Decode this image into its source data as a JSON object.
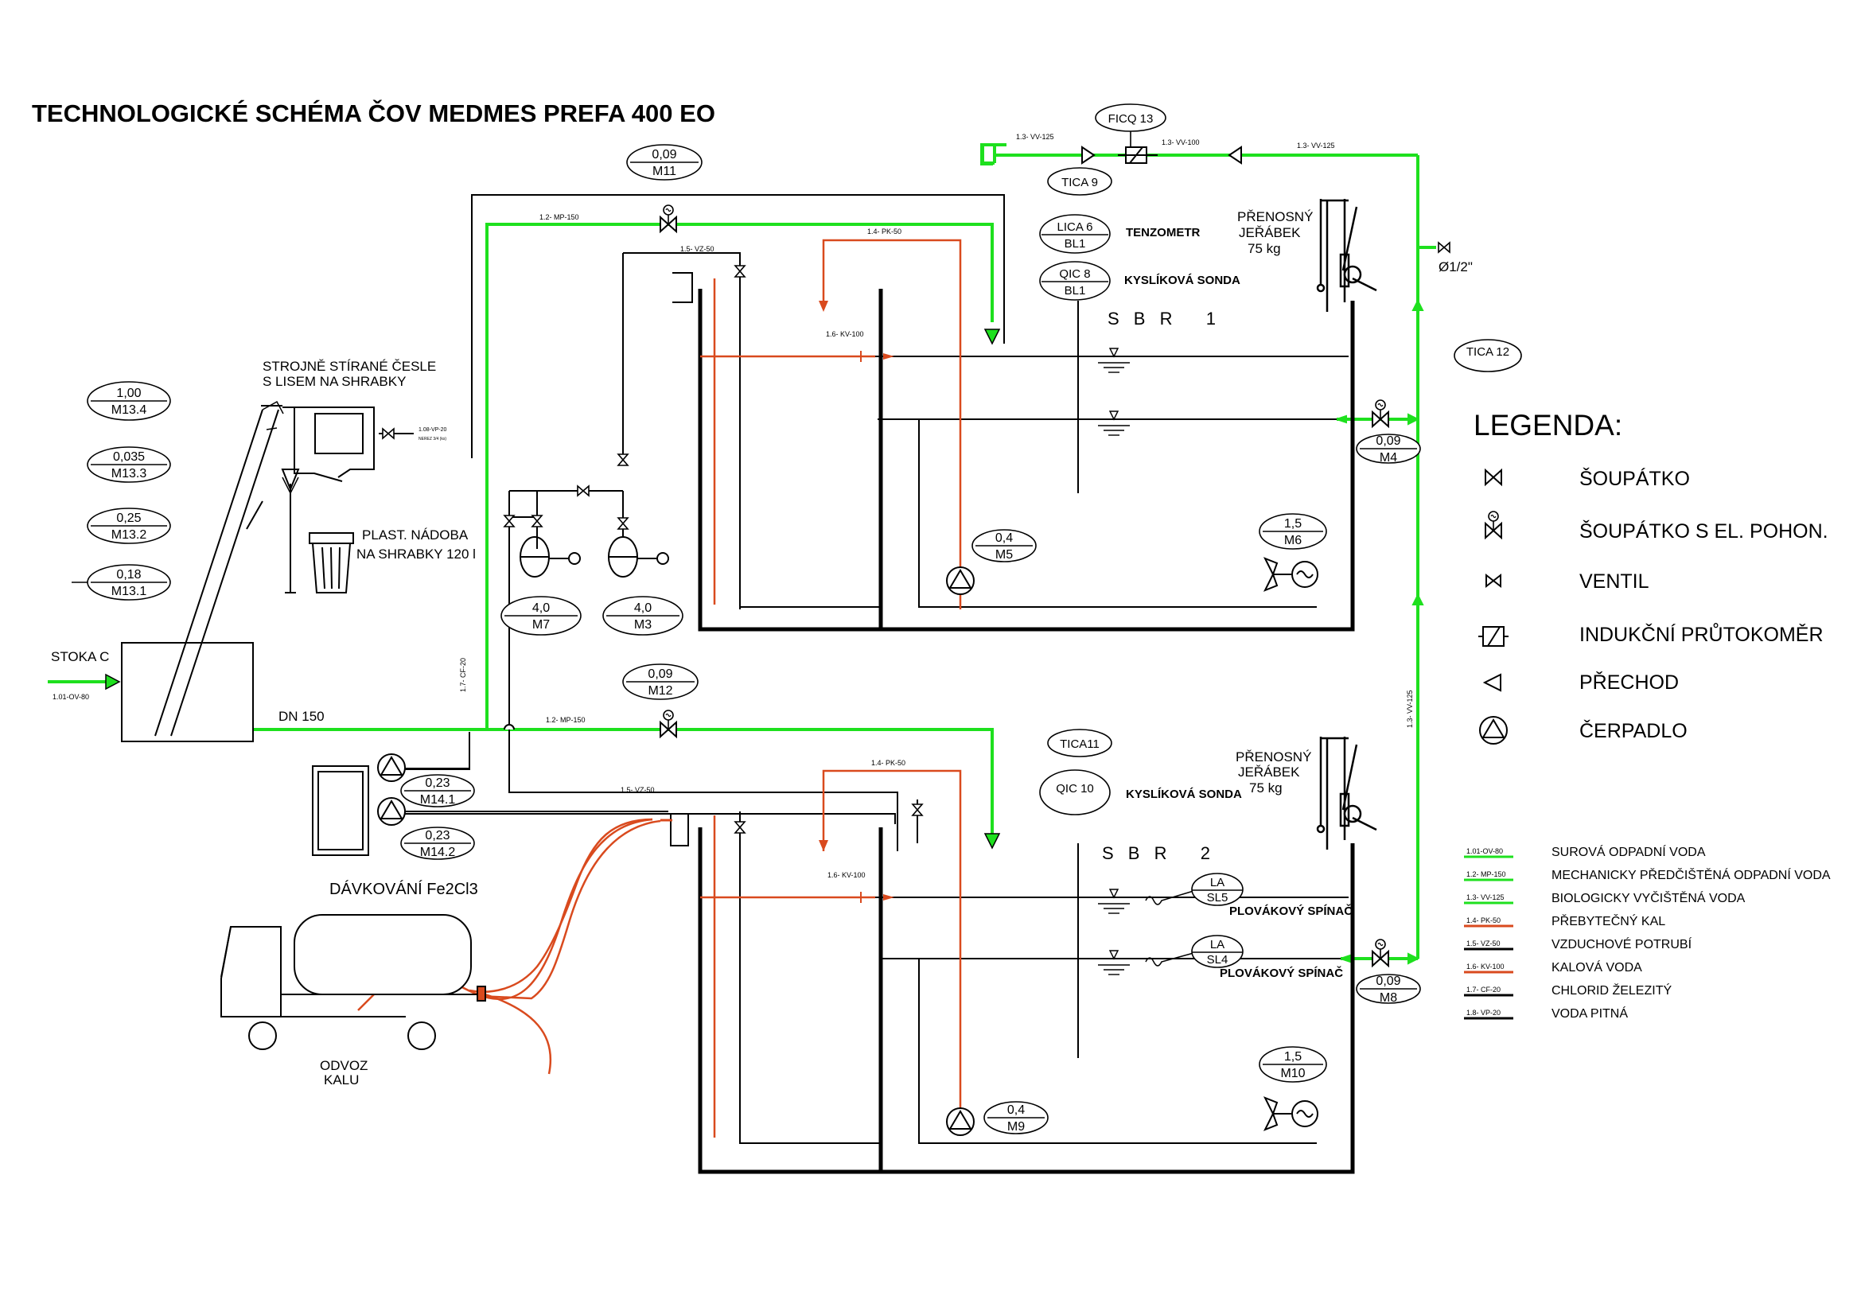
{
  "title": "TECHNOLOGICKÉ SCHÉMA ČOV MEDMES PREFA 400 EO",
  "colors": {
    "green": "#1ee01e",
    "red": "#d94a1e",
    "black": "#000000",
    "green_marker": "#1ee01e"
  },
  "labels": {
    "screen": "STROJNĚ STÍRANÉ ČESLE",
    "screen2": "S LISEM NA SHRABKY",
    "bin": "PLAST. NÁDOBA",
    "bin2": "NA SHRABKY 120 l",
    "stoka": "STOKA C",
    "dn150": "DN 150",
    "dosing": "DÁVKOVÁNÍ Fe2Cl3",
    "odvoz": "ODVOZ",
    "kalu": "KALU",
    "tenzometr": "TENZOMETR",
    "kyslik1": "KYSLÍKOVÁ SONDA",
    "kyslik2": "KYSLÍKOVÁ SONDA",
    "sbr1": "S B R   1",
    "sbr2": "S B R   2",
    "crane1a": "PŘENOSNÝ",
    "crane1b": "JEŘÁBEK",
    "crane1c": "75 kg",
    "crane2a": "PŘENOSNÝ",
    "crane2b": "JEŘÁBEK",
    "crane2c": "75 kg",
    "plovak1": "PLOVÁKOVÝ SPÍNAČ",
    "plovak2": "PLOVÁKOVÝ SPÍNAČ",
    "phi": "Ø1/2\""
  },
  "pipe_labels": {
    "vv125_in": "1.3- VV-125",
    "vv100": "1.3- VV-100",
    "vv125_top": "1.3- VV-125",
    "vv125_vert": "1.3- VV-125",
    "mp150_top": "1.2- MP-150",
    "mp150_bot": "1.2- MP-150",
    "pk50_top": "1.4- PK-50",
    "pk50_bot": "1.4- PK-50",
    "vz50_top": "1.5- VZ-50",
    "vz50_bot": "1.5- VZ-50",
    "kv100_top": "1.6- KV-100",
    "kv100_bot": "1.6- KV-100",
    "cf20": "1.7- CF-20",
    "ov80": "1.01-OV-80",
    "vp20": "1.08-VP-20",
    "vp20sub": "NEREZ 3/4 (ks)"
  },
  "instruments": {
    "ficq13": "FICQ 13",
    "tica9": "TICA 9",
    "lica6a": "LICA 6",
    "lica6b": "BL1",
    "qic8a": "QIC 8",
    "qic8b": "BL1",
    "tica12": "TICA 12",
    "tica11": "TICA11",
    "qic10": "QIC 10",
    "la5a": "LA",
    "la5b": "SL5",
    "la4a": "LA",
    "la4b": "SL4"
  },
  "motors": [
    {
      "id": "m11",
      "top": "0,09",
      "bot": "M11"
    },
    {
      "id": "m134",
      "top": "1,00",
      "bot": "M13.4"
    },
    {
      "id": "m133",
      "top": "0,035",
      "bot": "M13.3"
    },
    {
      "id": "m132",
      "top": "0,25",
      "bot": "M13.2"
    },
    {
      "id": "m131",
      "top": "0,18",
      "bot": "M13.1"
    },
    {
      "id": "m7",
      "top": "4,0",
      "bot": "M7"
    },
    {
      "id": "m3",
      "top": "4,0",
      "bot": "M3"
    },
    {
      "id": "m5",
      "top": "0,4",
      "bot": "M5"
    },
    {
      "id": "m6",
      "top": "1,5",
      "bot": "M6"
    },
    {
      "id": "m4",
      "top": "0,09",
      "bot": "M4"
    },
    {
      "id": "m12",
      "top": "0,09",
      "bot": "M12"
    },
    {
      "id": "m141",
      "top": "0,23",
      "bot": "M14.1"
    },
    {
      "id": "m142",
      "top": "0,23",
      "bot": "M14.2"
    },
    {
      "id": "m9",
      "top": "0,4",
      "bot": "M9"
    },
    {
      "id": "m10",
      "top": "1,5",
      "bot": "M10"
    },
    {
      "id": "m8",
      "top": "0,09",
      "bot": "M8"
    }
  ],
  "legend": {
    "title": "LEGENDA:",
    "symbols": [
      {
        "icon": "gate-valve-icon",
        "label": "ŠOUPÁTKO"
      },
      {
        "icon": "motor-gate-valve-icon",
        "label": "ŠOUPÁTKO S EL. POHON."
      },
      {
        "icon": "valve-icon",
        "label": "VENTIL"
      },
      {
        "icon": "flowmeter-icon",
        "label": "INDUKČNÍ PRŮTOKOMĚR"
      },
      {
        "icon": "transition-icon",
        "label": "PŘECHOD"
      },
      {
        "icon": "pump-icon",
        "label": "ČERPADLO"
      }
    ],
    "lines": [
      {
        "code": "1.01-OV-80",
        "label": "SUROVÁ ODPADNÍ VODA",
        "color": "#1ee01e"
      },
      {
        "code": "1.2- MP-150",
        "label": "MECHANICKY PŘEDČIŠTĚNÁ ODPADNÍ VODA",
        "color": "#1ee01e"
      },
      {
        "code": "1.3- VV-125",
        "label": "BIOLOGICKY VYČIŠTĚNÁ VODA",
        "color": "#1ee01e"
      },
      {
        "code": "1.4- PK-50",
        "label": "PŘEBYTEČNÝ KAL",
        "color": "#d94a1e"
      },
      {
        "code": "1.5- VZ-50",
        "label": "VZDUCHOVÉ POTRUBÍ",
        "color": "#000000"
      },
      {
        "code": "1.6- KV-100",
        "label": "KALOVÁ VODA",
        "color": "#d94a1e"
      },
      {
        "code": "1.7- CF-20",
        "label": "CHLORID ŽELEZITÝ",
        "color": "#000000"
      },
      {
        "code": "1.8- VP-20",
        "label": "VODA PITNÁ",
        "color": "#000000"
      }
    ]
  }
}
